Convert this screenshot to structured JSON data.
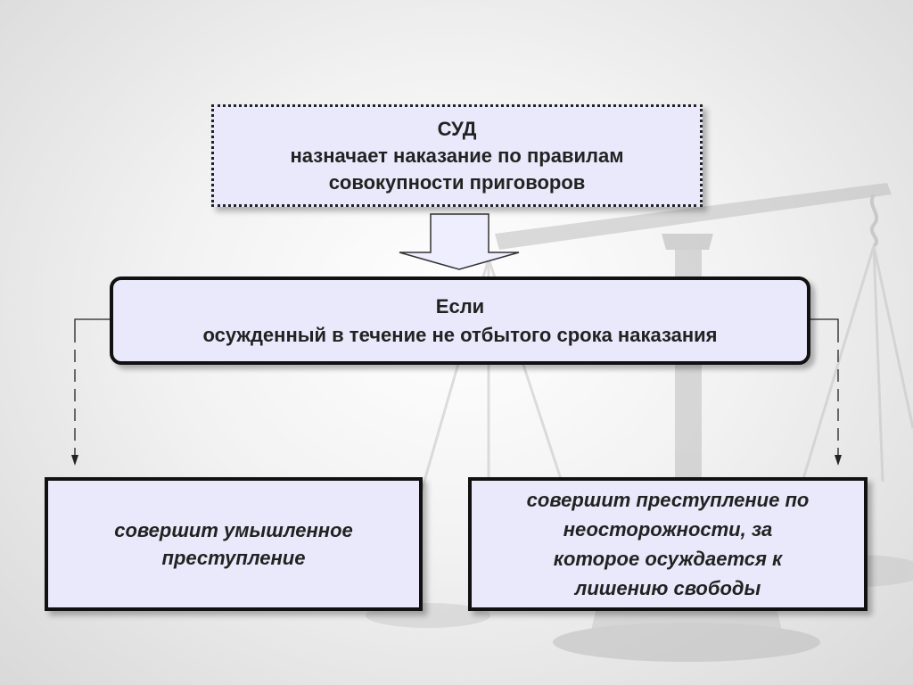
{
  "court_box": {
    "line1": "СУД",
    "line2": "назначает наказание по правилам",
    "line3": "совокупности приговоров"
  },
  "condition_box": {
    "line1": "Если",
    "line2": "осужденный в течение не отбытого срока наказания"
  },
  "left_outcome": {
    "line1": "совершит умышленное",
    "line2": "преступление"
  },
  "right_outcome": {
    "line1": "совершит преступление по",
    "line2": "неосторожности, за",
    "line3": "которое осуждается к",
    "line4": "лишению свободы"
  }
}
